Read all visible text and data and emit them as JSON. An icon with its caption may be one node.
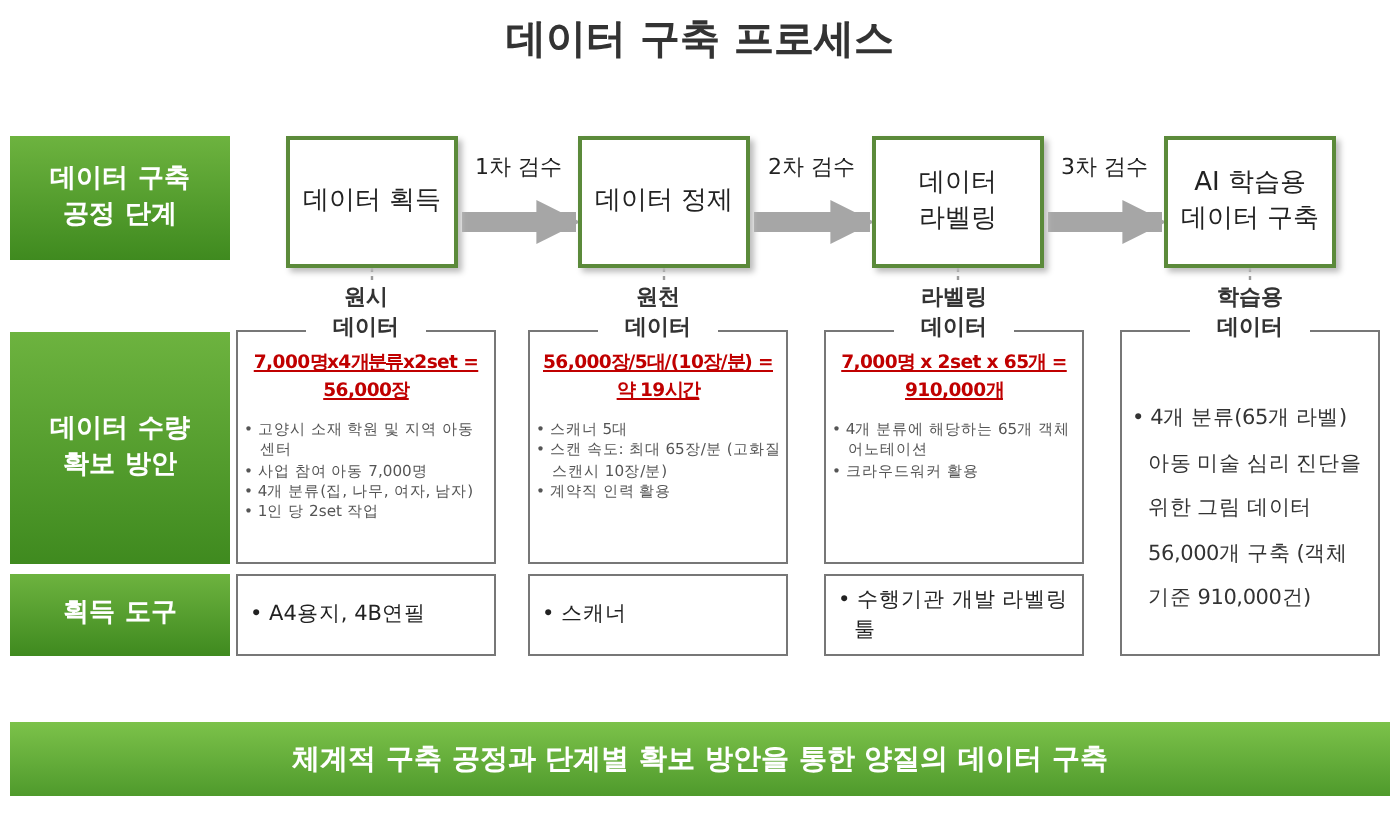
{
  "diagram": {
    "title": "데이터 구축 프로세스",
    "nodes": [
      {
        "text": [
          "데이터 구축 공정 단계"
        ]
      },
      {
        "text": [
          "데이터 획득"
        ]
      },
      {
        "text": [
          "데이터 정제"
        ]
      },
      {
        "text": [
          "데이터 라벨링"
        ]
      },
      {
        "text": [
          "AI 학습용 데이터 구축"
        ]
      },
      {
        "text": [
          "데이터 수량 확보 방안"
        ]
      },
      {
        "text": [
          "원시 데이터",
          "7,000명x4개분류x2set = 56,000장",
          "• 고양시 소재 학원 및 지역 아동 센터",
          "• 사업 참여 아동 7,000명",
          "• 4개 분류(집, 나무, 여자, 남자)",
          "• 1인 당 2set 작업"
        ]
      },
      {
        "text": [
          "원천 데이터",
          "56,000장/5대/(10장/분) = 약 19시간",
          "• 스캐너 5대",
          "• 스캔 속도: 최대 65장/분 (고화질 스캔시 10장/분)",
          "• 계약직 인력 활용"
        ]
      },
      {
        "text": [
          "라벨링 데이터",
          "7,000명 x 2set x 65개 = 910,000개",
          "• 4개 분류에 해당하는 65개 객체 어노테이션",
          "• 크라우드워커 활용"
        ]
      },
      {
        "text": [
          "학습용 데이터",
          "• 4개 분류(65개 라벨) 아동 미술 심리 진단을 위한 그림 데이터 56,000개 구축 (객체 기준 910,000건)"
        ]
      },
      {
        "text": [
          "획득 도구"
        ]
      },
      {
        "text": [
          "• A4용지, 4B연필"
        ]
      },
      {
        "text": [
          "• 스캐너"
        ]
      },
      {
        "text": [
          "• 수행기관 개발 라벨링 툴"
        ]
      },
      {
        "text": [
          "체계적 구축 공정과 단계별 확보 방안을 통한 양질의 데이터 구축"
        ]
      }
    ],
    "edges": [
      {
        "from": 1,
        "to": 2,
        "arrow": "to",
        "label": "1차 검수",
        "style": "thick"
      },
      {
        "from": 2,
        "to": 3,
        "arrow": "to",
        "label": "2차 검수",
        "style": "thick"
      },
      {
        "from": 3,
        "to": 4,
        "arrow": "to",
        "label": "3차 검수",
        "style": "thick"
      },
      {
        "from": 1,
        "to": 6,
        "arrow": "none",
        "style": "dashed"
      },
      {
        "from": 2,
        "to": 7,
        "arrow": "none",
        "style": "dashed"
      },
      {
        "from": 3,
        "to": 8,
        "arrow": "none",
        "style": "dashed"
      },
      {
        "from": 4,
        "to": 9,
        "arrow": "none",
        "style": "dashed"
      }
    ]
  }
}
